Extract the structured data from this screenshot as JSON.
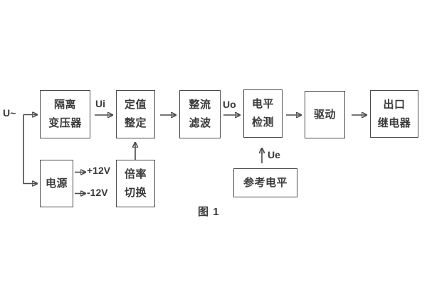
{
  "figure": {
    "caption": "图 1",
    "labels": {
      "input": "U~",
      "ui": "Ui",
      "uo": "Uo",
      "ue": "Ue",
      "plus12v": "+12V",
      "minus12v": "-12V"
    },
    "blocks": {
      "isolation_transformer": {
        "line1": "隔离",
        "line2": "变压器"
      },
      "setting": {
        "line1": "定值",
        "line2": "整定"
      },
      "rectifier_filter": {
        "line1": "整流",
        "line2": "滤波"
      },
      "level_detector": {
        "line1": "电平",
        "line2": "检测"
      },
      "driver": {
        "line1": "驱动"
      },
      "output_relay": {
        "line1": "出口",
        "line2": "继电器"
      },
      "power_supply": {
        "line1": "电源"
      },
      "ratio_switch": {
        "line1": "倍率",
        "line2": "切换"
      },
      "reference_level": {
        "line1": "参考电平"
      }
    },
    "colors": {
      "line": "#4a4a4a",
      "text": "#3a3a3a",
      "background": "#ffffff"
    }
  }
}
